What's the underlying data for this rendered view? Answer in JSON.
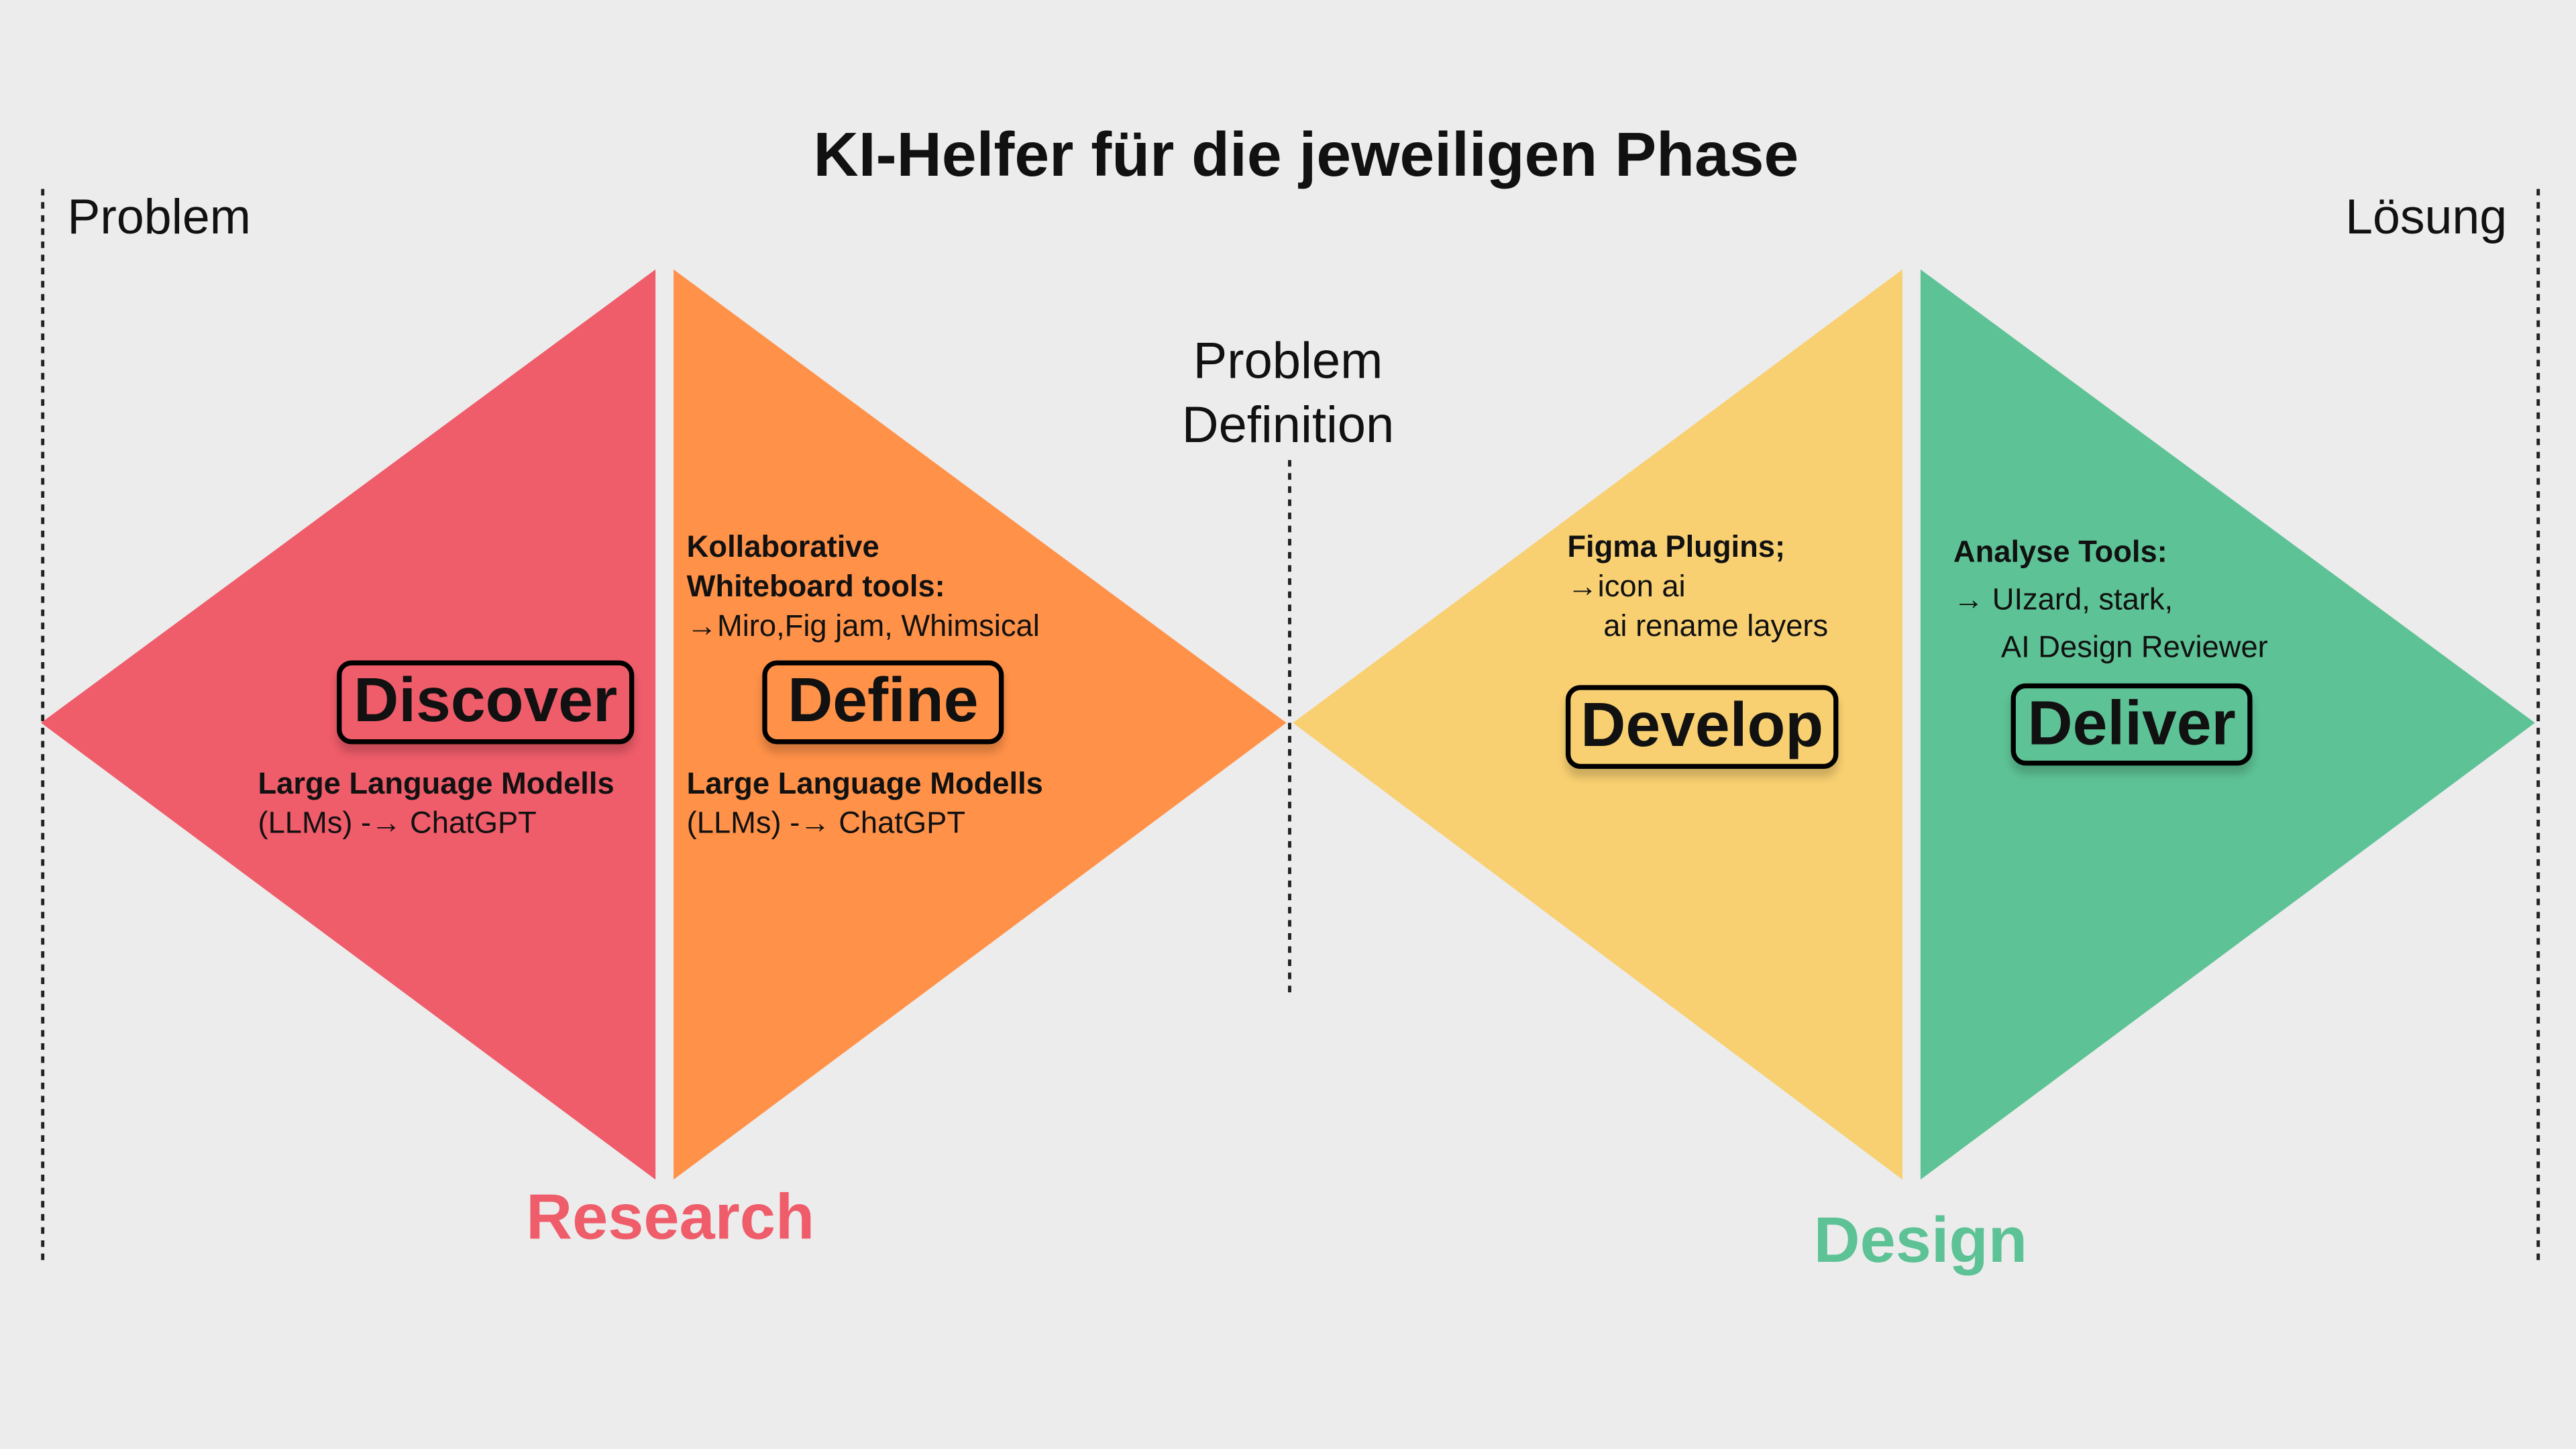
{
  "title": "KI-Helfer für die jeweiligen Phase",
  "labels": {
    "problem": "Problem",
    "solution": "Lösung",
    "problem_definition_1": "Problem",
    "problem_definition_2": "Definition"
  },
  "colors": {
    "discover": "#ef5c6a",
    "define": "#ff9148",
    "develop": "#f8d071",
    "deliver": "#5dc295",
    "background": "#ececec"
  },
  "phases": {
    "discover": {
      "name": "Discover",
      "tool_title": "Large Language Modells",
      "tool_text": "(LLMs) -→ ChatGPT"
    },
    "define": {
      "name": "Define",
      "top_title_1": "Kollaborative",
      "top_title_2": "Whiteboard tools:",
      "top_text": "→Miro,Fig jam, Whimsical",
      "tool_title": "Large Language Modells",
      "tool_text": "(LLMs) -→ ChatGPT"
    },
    "develop": {
      "name": "Develop",
      "tool_title": "Figma Plugins;",
      "tool_line_1": "→icon ai",
      "tool_line_2": "ai rename layers"
    },
    "deliver": {
      "name": "Deliver",
      "tool_title": "Analyse Tools:",
      "tool_line_1": "→ UIzard, stark,",
      "tool_line_2": "AI Design Reviewer"
    }
  },
  "groups": {
    "research": "Research",
    "design": "Design"
  }
}
